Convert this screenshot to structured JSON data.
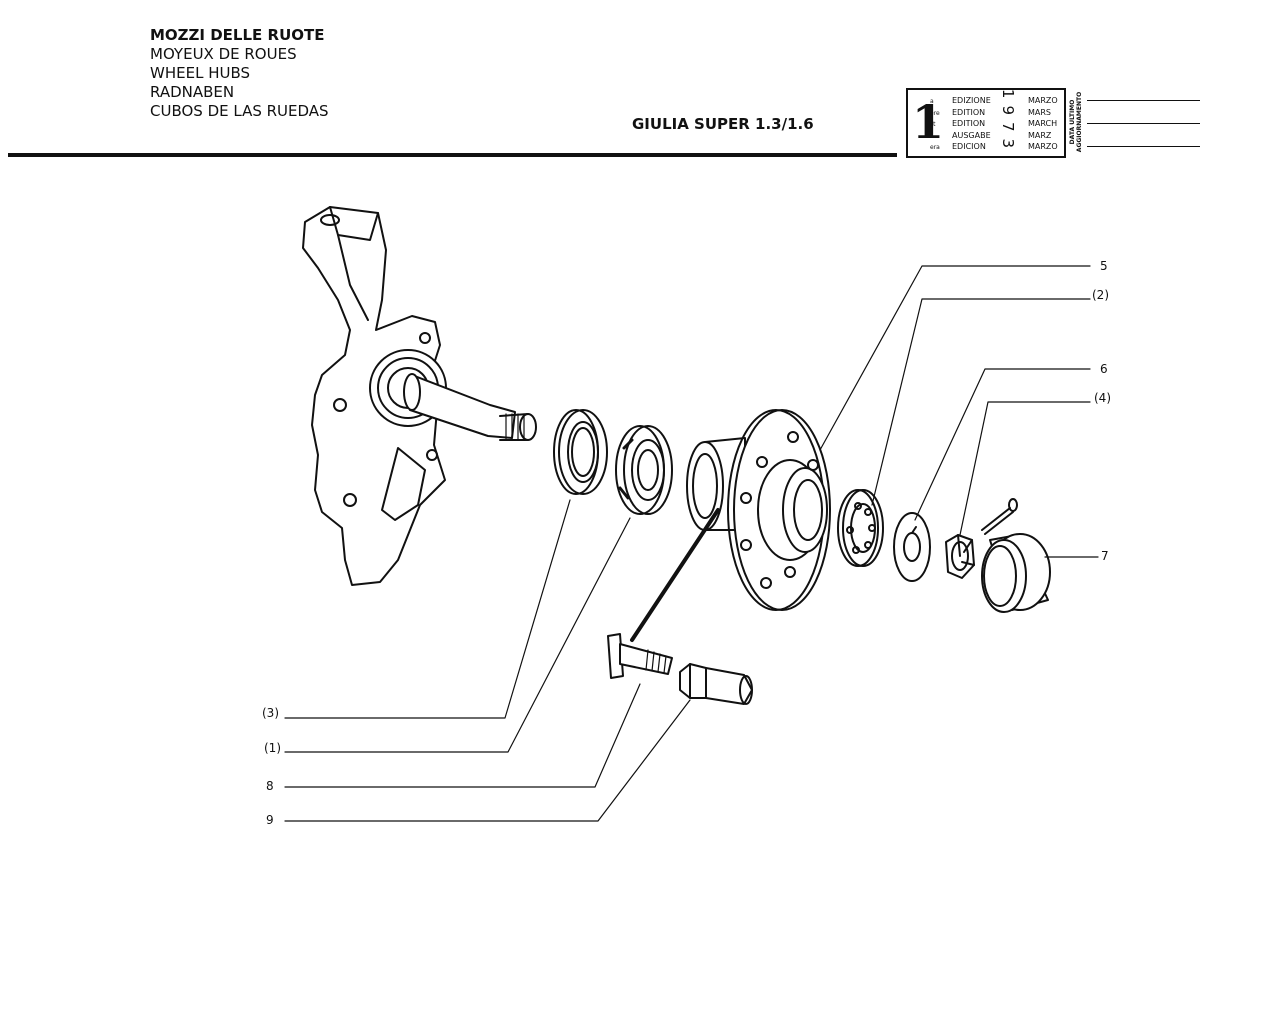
{
  "header": {
    "titles": [
      "MOZZI DELLE RUOTE",
      "MOYEUX DE ROUES",
      "WHEEL HUBS",
      "RADNABEN",
      "CUBOS DE LAS RUEDAS"
    ],
    "model": "GIULIA SUPER 1.3/1.6"
  },
  "stamp": {
    "number": "1",
    "ordinals": [
      "a",
      "ere",
      "st",
      ".",
      "era"
    ],
    "editions": [
      "EDIZIONE",
      "EDITION",
      "EDITION",
      "AUSGABE",
      "EDICION"
    ],
    "months": [
      "MARZO",
      "MARS",
      "MARCH",
      "MARZ",
      "MARZO"
    ],
    "year": "1973",
    "update_label_1": "DATA ULTIMO",
    "update_label_2": "AGGIORNAMENTO"
  },
  "callouts": {
    "c5": "5",
    "c2": "(2)",
    "c6": "6",
    "c4": "(4)",
    "c7": "7",
    "c3": "(3)",
    "c1": "(1)",
    "c8": "8",
    "c9": "9"
  }
}
